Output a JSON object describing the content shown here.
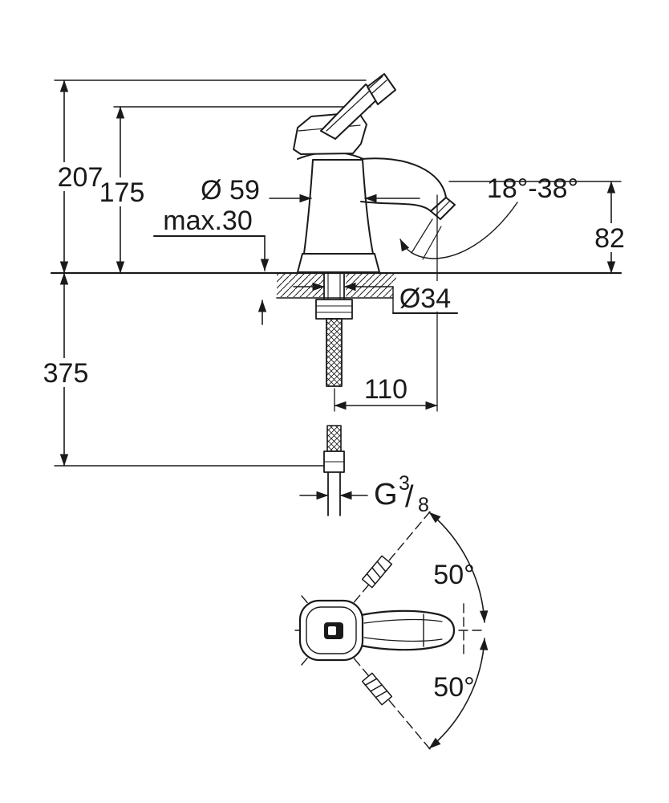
{
  "colors": {
    "ink": "#1a1a1a",
    "background": "#ffffff"
  },
  "side_view": {
    "labels": {
      "overall_height": "207",
      "spout_height": "175",
      "body_diameter": "Ø 59",
      "max_deck_thickness": "max.30",
      "spray_angle_range": "18°-38°",
      "outlet_clearance": "82",
      "hole_diameter": "Ø34",
      "below_deck_depth": "375",
      "spout_reach": "110",
      "thread": {
        "letter": "G",
        "numerator": "3",
        "slash": "/",
        "denominator": "8"
      }
    }
  },
  "top_view": {
    "labels": {
      "swing_angle_upper": "50°",
      "swing_angle_lower": "50°"
    }
  }
}
